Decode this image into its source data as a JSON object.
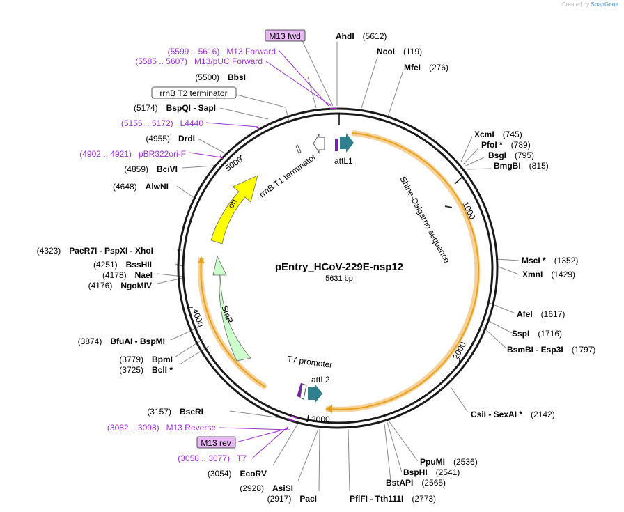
{
  "credit": {
    "prefix": "Created by",
    "brand": "SnapGene"
  },
  "plasmid": {
    "name": "pEntry_HCoV-229E-nsp12",
    "length_label": "5631 bp",
    "length": 5631
  },
  "colors": {
    "backbone": "#1a1a1a",
    "highlight": "#f5c77e",
    "feature_orange": "#e7a020",
    "ori": "#ffff00",
    "smr": "#ccffcc",
    "att": "#2f7f8f",
    "primer": "#a020c0",
    "primer_box": "#e8b8f5"
  },
  "ticks": [
    "1000",
    "2000",
    "3000",
    "4000",
    "5000"
  ],
  "features": {
    "ori": "ori",
    "smr": "SmR",
    "rrnb_t1": "rrnB T1 terminator",
    "attl1": "attL1",
    "shine": "Shine-Dalgarno sequence",
    "t7_promoter": "T7 promoter",
    "attl2": "attL2"
  },
  "boxed": {
    "m13fwd": "M13 fwd",
    "m13rev": "M13 rev",
    "rrnb_t2": "rrnB T2 terminator"
  },
  "labels": [
    {
      "key": "ahdi",
      "name": "AhdI",
      "pos": "(5612)"
    },
    {
      "key": "ncoi",
      "name": "NcoI",
      "pos": "(119)"
    },
    {
      "key": "mfei",
      "name": "MfeI",
      "pos": "(276)"
    },
    {
      "key": "xcmi",
      "name": "XcmI",
      "pos": "(745)"
    },
    {
      "key": "pfoi",
      "name": "PfoI *",
      "pos": "(789)"
    },
    {
      "key": "bsgi",
      "name": "BsgI",
      "pos": "(795)"
    },
    {
      "key": "bmgbi",
      "name": "BmgBI",
      "pos": "(815)"
    },
    {
      "key": "msci",
      "name": "MscI *",
      "pos": "(1352)"
    },
    {
      "key": "xmni",
      "name": "XmnI",
      "pos": "(1429)"
    },
    {
      "key": "afei",
      "name": "AfeI",
      "pos": "(1617)"
    },
    {
      "key": "sspi",
      "name": "SspI",
      "pos": "(1716)"
    },
    {
      "key": "bsmbi",
      "name": "BsmBI  - Esp3I",
      "pos": "(1797)"
    },
    {
      "key": "csii",
      "name": "CsiI  - SexAI *",
      "pos": "(2142)"
    },
    {
      "key": "ppumi",
      "name": "PpuMI",
      "pos": "(2536)"
    },
    {
      "key": "bsphi",
      "name": "BspHI",
      "pos": "(2541)"
    },
    {
      "key": "bstapi",
      "name": "BstAPI",
      "pos": "(2565)"
    },
    {
      "key": "pflfi",
      "name": "PflFI  - Tth111I",
      "pos": "(2773)"
    },
    {
      "key": "paci",
      "name": "PacI",
      "pos": "(2917)"
    },
    {
      "key": "asisi",
      "name": "AsiSI",
      "pos": "(2928)"
    },
    {
      "key": "ecorv",
      "name": "EcoRV",
      "pos": "(3054)"
    },
    {
      "key": "bseri",
      "name": "BseRI",
      "pos": "(3157)"
    },
    {
      "key": "bcli",
      "name": "BclI *",
      "pos": "(3725)"
    },
    {
      "key": "bpmi",
      "name": "BpmI",
      "pos": "(3779)"
    },
    {
      "key": "bfuai",
      "name": "BfuAI  - BspMI",
      "pos": "(3874)"
    },
    {
      "key": "ngomiv",
      "name": "NgoMIV",
      "pos": "(4176)"
    },
    {
      "key": "naei",
      "name": "NaeI",
      "pos": "(4178)"
    },
    {
      "key": "bsshii",
      "name": "BssHII",
      "pos": "(4251)"
    },
    {
      "key": "paer7i",
      "name": "PaeR7I  - PspXI  - XhoI",
      "pos": "(4323)"
    },
    {
      "key": "alwni",
      "name": "AlwNI",
      "pos": "(4648)"
    },
    {
      "key": "bcivi",
      "name": "BciVI",
      "pos": "(4859)"
    },
    {
      "key": "drdi",
      "name": "DrdI",
      "pos": "(4955)"
    },
    {
      "key": "bspqi",
      "name": "BspQI  - SapI",
      "pos": "(5174)"
    },
    {
      "key": "bbsi",
      "name": "BbsI",
      "pos": "(5500)"
    }
  ],
  "primers": [
    {
      "key": "m13forward",
      "name": "M13 Forward",
      "pos": "(5599 .. 5616)"
    },
    {
      "key": "m13puc",
      "name": "M13/pUC Forward",
      "pos": "(5585 .. 5607)"
    },
    {
      "key": "l4440",
      "name": "L4440",
      "pos": "(5155 .. 5172)"
    },
    {
      "key": "pbr322",
      "name": "pBR322ori-F",
      "pos": "(4902 .. 4921)"
    },
    {
      "key": "m13reverse",
      "name": "M13 Reverse",
      "pos": "(3082 .. 3098)"
    },
    {
      "key": "t7",
      "name": "T7",
      "pos": "(3058 .. 3077)"
    }
  ]
}
